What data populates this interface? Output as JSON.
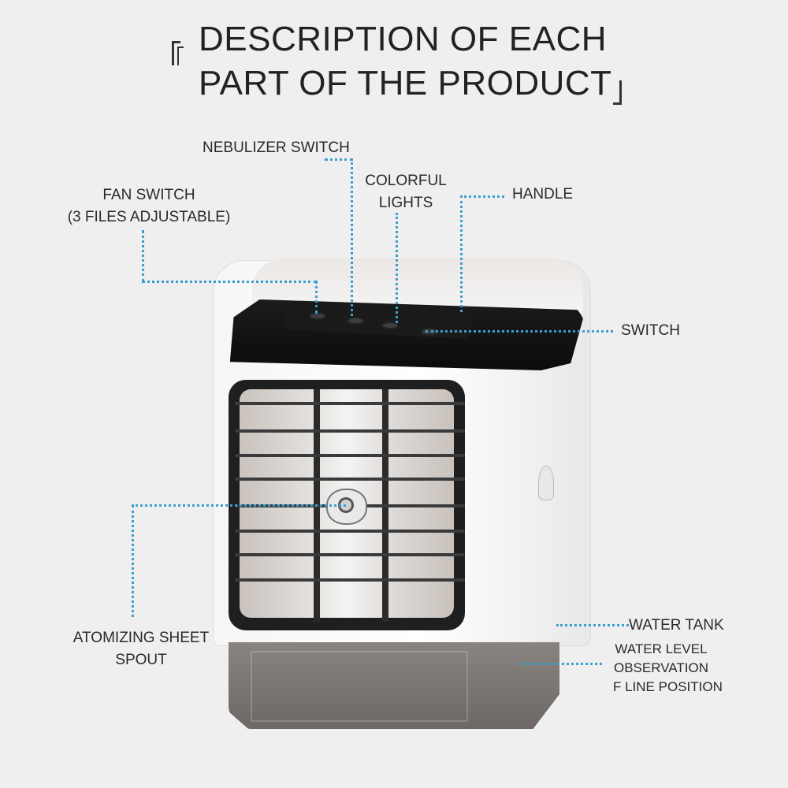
{
  "title": {
    "line1": "DESCRIPTION OF EACH",
    "line2": "PART OF THE PRODUCT"
  },
  "callouts": [
    {
      "id": "nebulizer-switch",
      "label": "NEBULIZER SWITCH"
    },
    {
      "id": "fan-switch",
      "line1": "FAN SWITCH",
      "line2": "(3 FILES ADJUSTABLE)"
    },
    {
      "id": "colorful-lights",
      "line1": "COLORFUL",
      "line2": "LIGHTS"
    },
    {
      "id": "handle",
      "label": "HANDLE"
    },
    {
      "id": "switch",
      "label": "SWITCH"
    },
    {
      "id": "atomizing-sheet-spout",
      "line1": "ATOMIZING SHEET",
      "line2": "SPOUT"
    },
    {
      "id": "water-tank",
      "label": "WATER TANK"
    },
    {
      "id": "water-level",
      "line1": "WATER LEVEL",
      "line2": "OBSERVATION",
      "line3": "F LINE POSITION"
    }
  ],
  "colors": {
    "background": "#efefef",
    "leader_line": "#3a9fd0",
    "text": "#222222",
    "product_body": "#ffffff",
    "product_band": "#111111",
    "tank": "#7a7572"
  }
}
